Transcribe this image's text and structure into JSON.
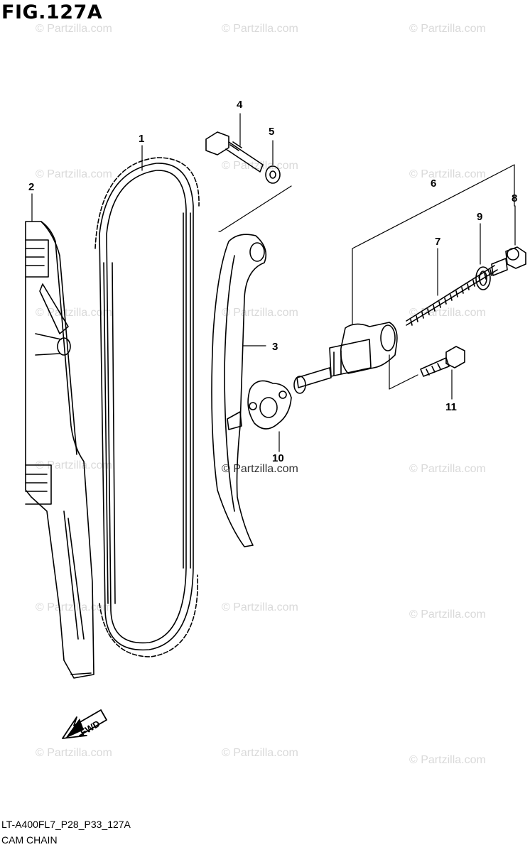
{
  "figure": {
    "title": "FIG.127A",
    "code": "LT-A400FL7_P28_P33_127A",
    "name": "CAM CHAIN"
  },
  "callouts": [
    "1",
    "2",
    "3",
    "4",
    "5",
    "6",
    "7",
    "8",
    "9",
    "10",
    "11"
  ],
  "direction_label": "FWD",
  "watermark": "© Partzilla.com"
}
